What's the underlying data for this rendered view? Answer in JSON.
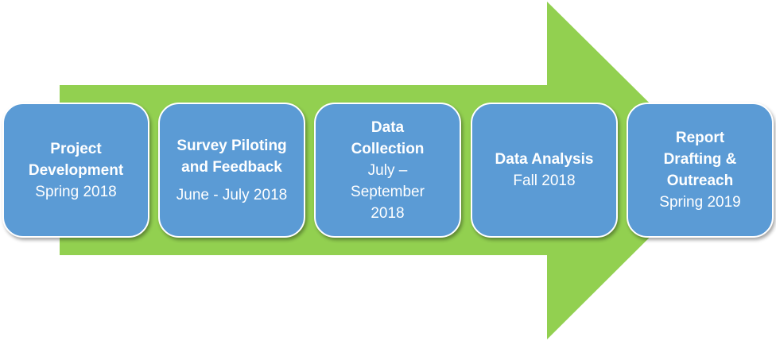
{
  "colors": {
    "arrow": "#92d050",
    "box": "#5b9bd5",
    "text": "#ffffff"
  },
  "stages": [
    {
      "title": "Project Development",
      "date": "Spring 2018"
    },
    {
      "title": "Survey Piloting and Feedback",
      "date": "June - July 2018"
    },
    {
      "title": "Data Collection",
      "date": "July – September 2018"
    },
    {
      "title": "Data Analysis",
      "date": "Fall 2018"
    },
    {
      "title": "Report Drafting & Outreach",
      "date": "Spring 2019"
    }
  ]
}
